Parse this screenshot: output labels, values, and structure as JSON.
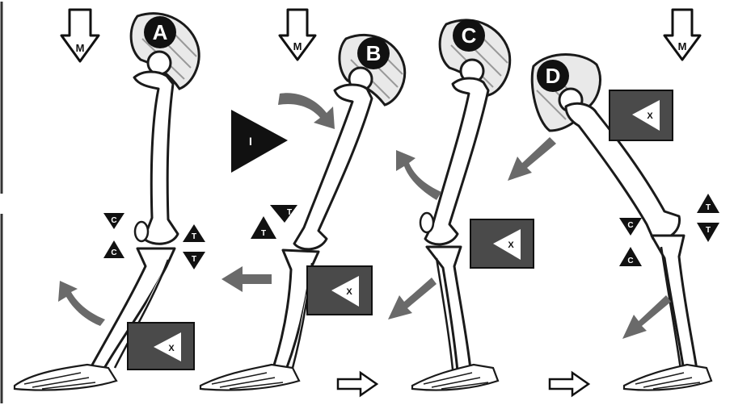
{
  "panels": [
    {
      "id": "A",
      "label": "A"
    },
    {
      "id": "B",
      "label": "B"
    },
    {
      "id": "C",
      "label": "C"
    },
    {
      "id": "D",
      "label": "D"
    }
  ],
  "symbols": {
    "moment_letter": "M",
    "input_letter": "I",
    "resistance_letter": "X",
    "tension_letter": "T",
    "compression_letter": "C"
  },
  "colors": {
    "bone_outline": "#1a1a1a",
    "arrow_gray": "#6a6a6a",
    "box_dark": "#4a4a4a",
    "triangle_black": "#111111"
  }
}
